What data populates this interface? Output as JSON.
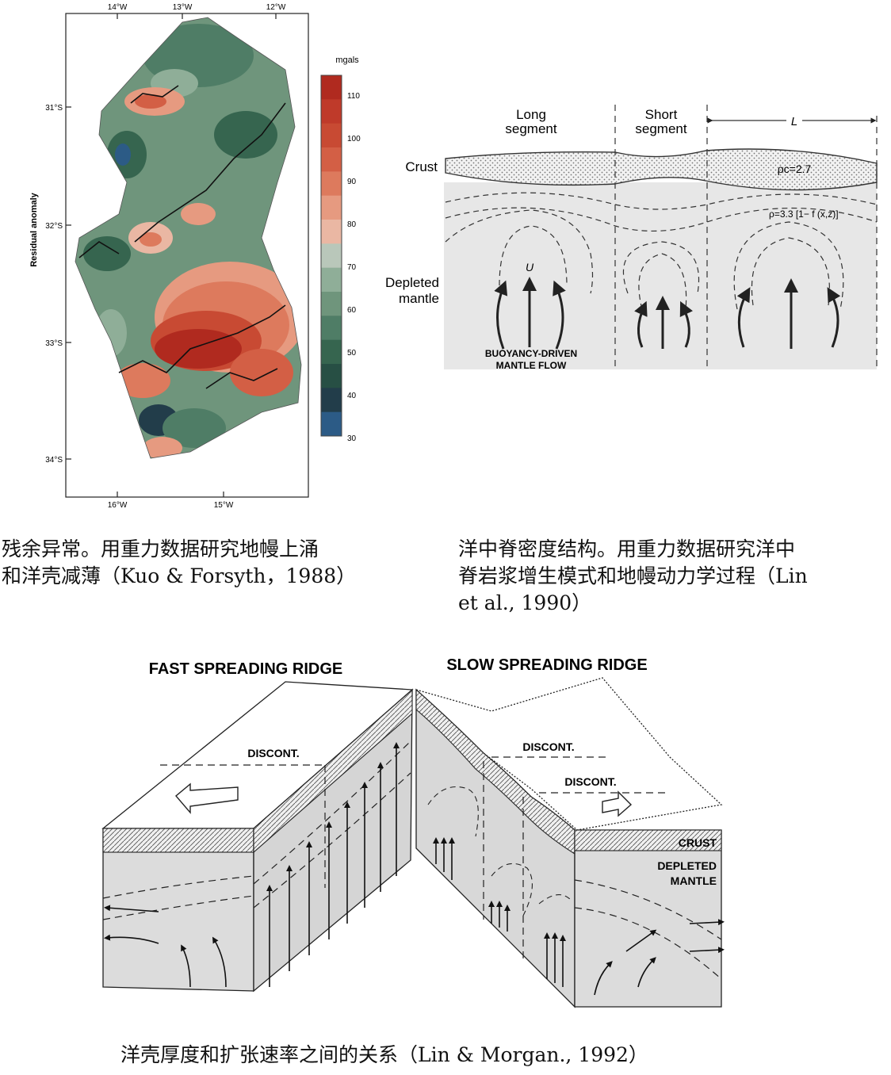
{
  "map": {
    "lon_top": [
      "14°W",
      "13°W",
      "12°W"
    ],
    "lon_bottom": [
      "16°W",
      "15°W"
    ],
    "lat": [
      "31°S",
      "32°S",
      "33°S",
      "34°S"
    ],
    "ylabel": "Residual anomaly",
    "unit": "mgals",
    "scale_ticks": [
      "110",
      "100",
      "90",
      "80",
      "70",
      "60",
      "50",
      "40",
      "30"
    ],
    "scale_colors": [
      "#b02a1f",
      "#bf3a2a",
      "#c84a33",
      "#d35f45",
      "#dd7a5d",
      "#e69a80",
      "#eab7a3",
      "#b9c7ba",
      "#8fae98",
      "#6f957c",
      "#4f7d66",
      "#36654f",
      "#274f44",
      "#223d4a",
      "#2c5b86"
    ],
    "caption_line1": "残余异常。用重力数据研究地幔上涌",
    "caption_line2": "和洋壳减薄（Kuo & Forsyth，1988）"
  },
  "section": {
    "long_segment_1": "Long",
    "long_segment_2": "segment",
    "short_segment_1": "Short",
    "short_segment_2": "segment",
    "length_label": "L",
    "crust_label": "Crust",
    "rho_c": "ρc=2.7",
    "rho_mantle": "ρ=3.3 [1− f (x,z)]",
    "u_label": "U",
    "depleted_1": "Depleted",
    "depleted_2": "mantle",
    "flow_1": "BUOYANCY-DRIVEN",
    "flow_2": "MANTLE FLOW",
    "caption_line1": "洋中脊密度结构。用重力数据研究洋中",
    "caption_line2": "脊岩浆增生模式和地幔动力学过程（Lin",
    "caption_line3": "et al., 1990）"
  },
  "ridges": {
    "fast_title": "FAST SPREADING RIDGE",
    "slow_title": "SLOW SPREADING RIDGE",
    "discont_fast": "DISCONT.",
    "discont_slow_1": "DISCONT.",
    "discont_slow_2": "DISCONT.",
    "crust": "CRUST",
    "depleted_1": "DEPLETED",
    "depleted_2": "MANTLE",
    "caption": "洋壳厚度和扩张速率之间的关系（Lin & Morgan., 1992）"
  }
}
